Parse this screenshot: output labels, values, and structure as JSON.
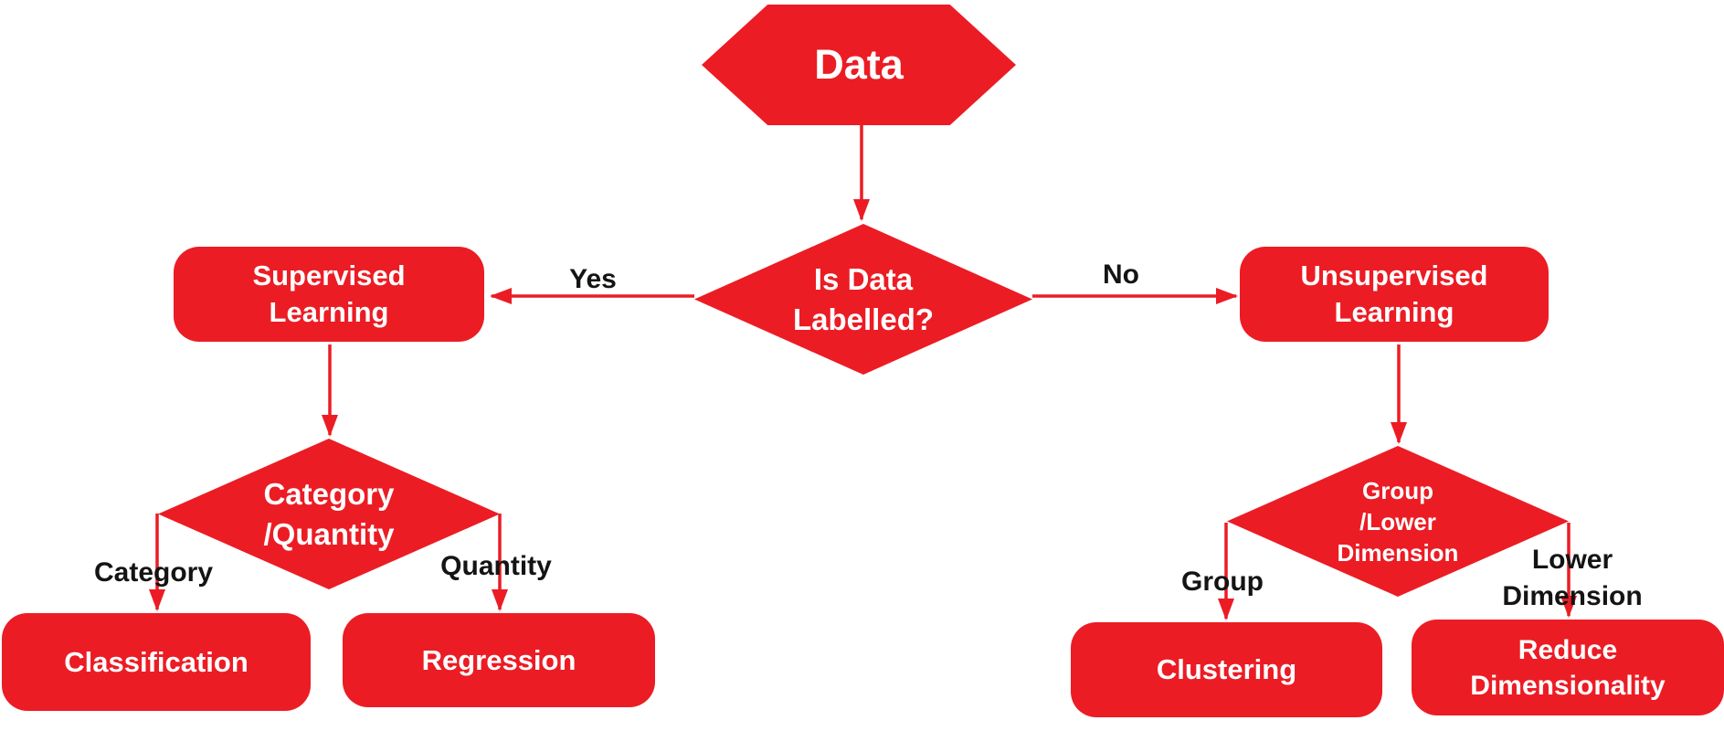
{
  "diagram": {
    "title": "Machine Learning types flowchart",
    "colors": {
      "shape_fill": "#EC1C24",
      "shape_text": "#ffffff",
      "edge_label_text": "#141414",
      "background": "#ffffff"
    },
    "nodes": {
      "data": {
        "label": "Data",
        "shape": "hexagon"
      },
      "is_data_labelled": {
        "label": "Is Data\nLabelled?",
        "shape": "decision"
      },
      "supervised": {
        "label": "Supervised\nLearning",
        "shape": "rounded-rect"
      },
      "unsupervised": {
        "label": "Unsupervised\nLearning",
        "shape": "rounded-rect"
      },
      "category_quantity": {
        "label": "Category\n/Quantity",
        "shape": "decision"
      },
      "group_lower_dimension": {
        "label": "Group\n/Lower\nDimension",
        "shape": "decision"
      },
      "classification": {
        "label": "Classification",
        "shape": "rounded-rect"
      },
      "regression": {
        "label": "Regression",
        "shape": "rounded-rect"
      },
      "clustering": {
        "label": "Clustering",
        "shape": "rounded-rect"
      },
      "reduce_dimensionality": {
        "label": "Reduce\nDimensionality",
        "shape": "rounded-rect"
      }
    },
    "edge_labels": {
      "yes": "Yes",
      "no": "No",
      "category": "Category",
      "quantity": "Quantity",
      "group": "Group",
      "lower_dimension": "Lower\nDimension"
    }
  }
}
